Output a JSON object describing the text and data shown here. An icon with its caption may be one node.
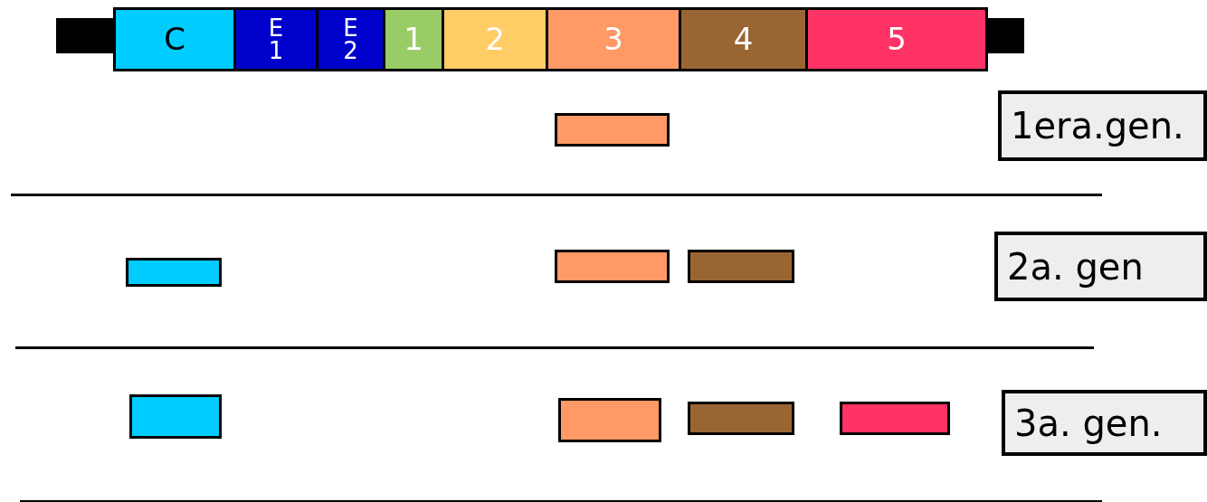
{
  "diagram": {
    "nodes": [
      {
        "text": [
          "C"
        ]
      },
      {
        "text": [
          "E 1"
        ]
      },
      {
        "text": [
          "E 2"
        ]
      },
      {
        "text": [
          "1"
        ]
      },
      {
        "text": [
          "2"
        ]
      },
      {
        "text": [
          "3"
        ]
      },
      {
        "text": [
          "4"
        ]
      },
      {
        "text": [
          "5"
        ]
      },
      {
        "text": [],
        "shape": "box"
      },
      {
        "text": [
          "1era.gen."
        ]
      },
      {
        "text": [],
        "shape": "box"
      },
      {
        "text": [],
        "shape": "box"
      },
      {
        "text": [],
        "shape": "box"
      },
      {
        "text": [
          "2a. gen"
        ]
      },
      {
        "text": [],
        "shape": "box"
      },
      {
        "text": [],
        "shape": "box"
      },
      {
        "text": [],
        "shape": "box"
      },
      {
        "text": [],
        "shape": "box"
      },
      {
        "text": [
          "3a. gen."
        ]
      }
    ]
  }
}
